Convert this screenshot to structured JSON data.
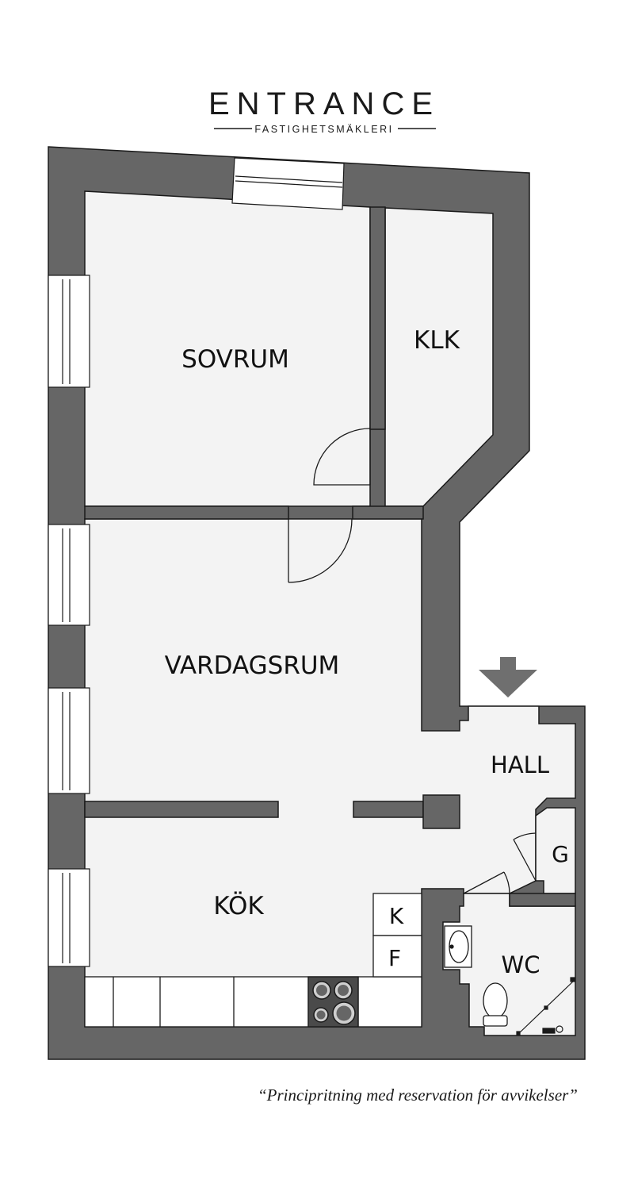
{
  "brand": {
    "name": "ENTRANCE",
    "tagline": "FASTIGHETSMÄKLERI"
  },
  "rooms": {
    "sovrum": "SOVRUM",
    "klk": "KLK",
    "vardagsrum": "VARDAGSRUM",
    "hall": "HALL",
    "kok": "KÖK",
    "g": "G",
    "wc": "WC",
    "k": "K",
    "f": "F"
  },
  "disclaimer": "“Principritning med reservation för avvikelser”",
  "colors": {
    "wall": "#666666",
    "floor": "#f3f3f3",
    "line": "#1a1a1a",
    "entrance_arrow": "#6f6f6f"
  },
  "icons": {
    "entrance": "entrance-arrow-icon",
    "stove": "stove-icon",
    "sink": "sink-icon",
    "toilet": "toilet-icon"
  }
}
